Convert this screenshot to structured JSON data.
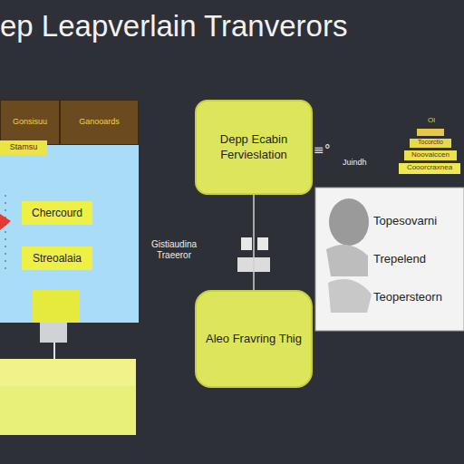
{
  "diagram": {
    "title": "ep Leapverlain Tranverors",
    "nodes": [
      {
        "text": [
          "Gonsisuu"
        ]
      },
      {
        "text": [
          "Ganooards"
        ]
      },
      {
        "text": [
          "Stamsu"
        ]
      },
      {
        "text": [
          "Chercourd"
        ]
      },
      {
        "text": [
          "Streoalaia"
        ]
      },
      {
        "text": [
          "Depp Ecabin Fervieslation"
        ]
      },
      {
        "text": [
          "Aleo Fravring Thig"
        ]
      },
      {
        "text": [
          "Topesovarni",
          "Trepelend",
          "Teopersteorn"
        ]
      }
    ],
    "edges": [
      {
        "from": 5,
        "to": 6,
        "arrow": "none"
      }
    ],
    "labels": [
      "Gistiaudina Traeeror",
      "Juindh",
      "Oi",
      "Tocorctio",
      "Noovaiccen",
      "Cooorcraxnea"
    ]
  }
}
